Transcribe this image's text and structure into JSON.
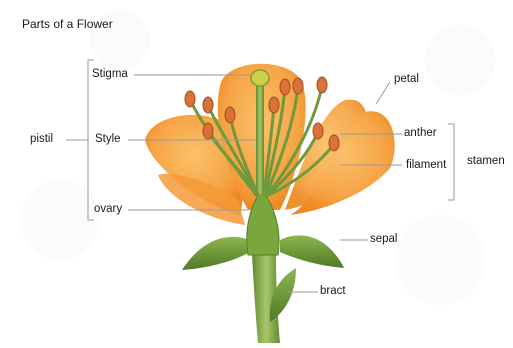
{
  "title": "Parts of a Flower",
  "labels": {
    "stigma": "Stigma",
    "style": "Style",
    "ovary": "ovary",
    "pistil": "pistil",
    "petal": "petal",
    "anther": "anther",
    "filament": "filament",
    "stamen": "stamen",
    "sepal": "sepal",
    "bract": "bract"
  },
  "colors": {
    "petal": "#f6a445",
    "petal_shade": "#ee8a24",
    "stem": "#6f9a3c",
    "stem_light": "#a9c76a",
    "anther": "#d9713a",
    "stigma": "#c9d24a",
    "leader_line": "#9a9a9a"
  }
}
